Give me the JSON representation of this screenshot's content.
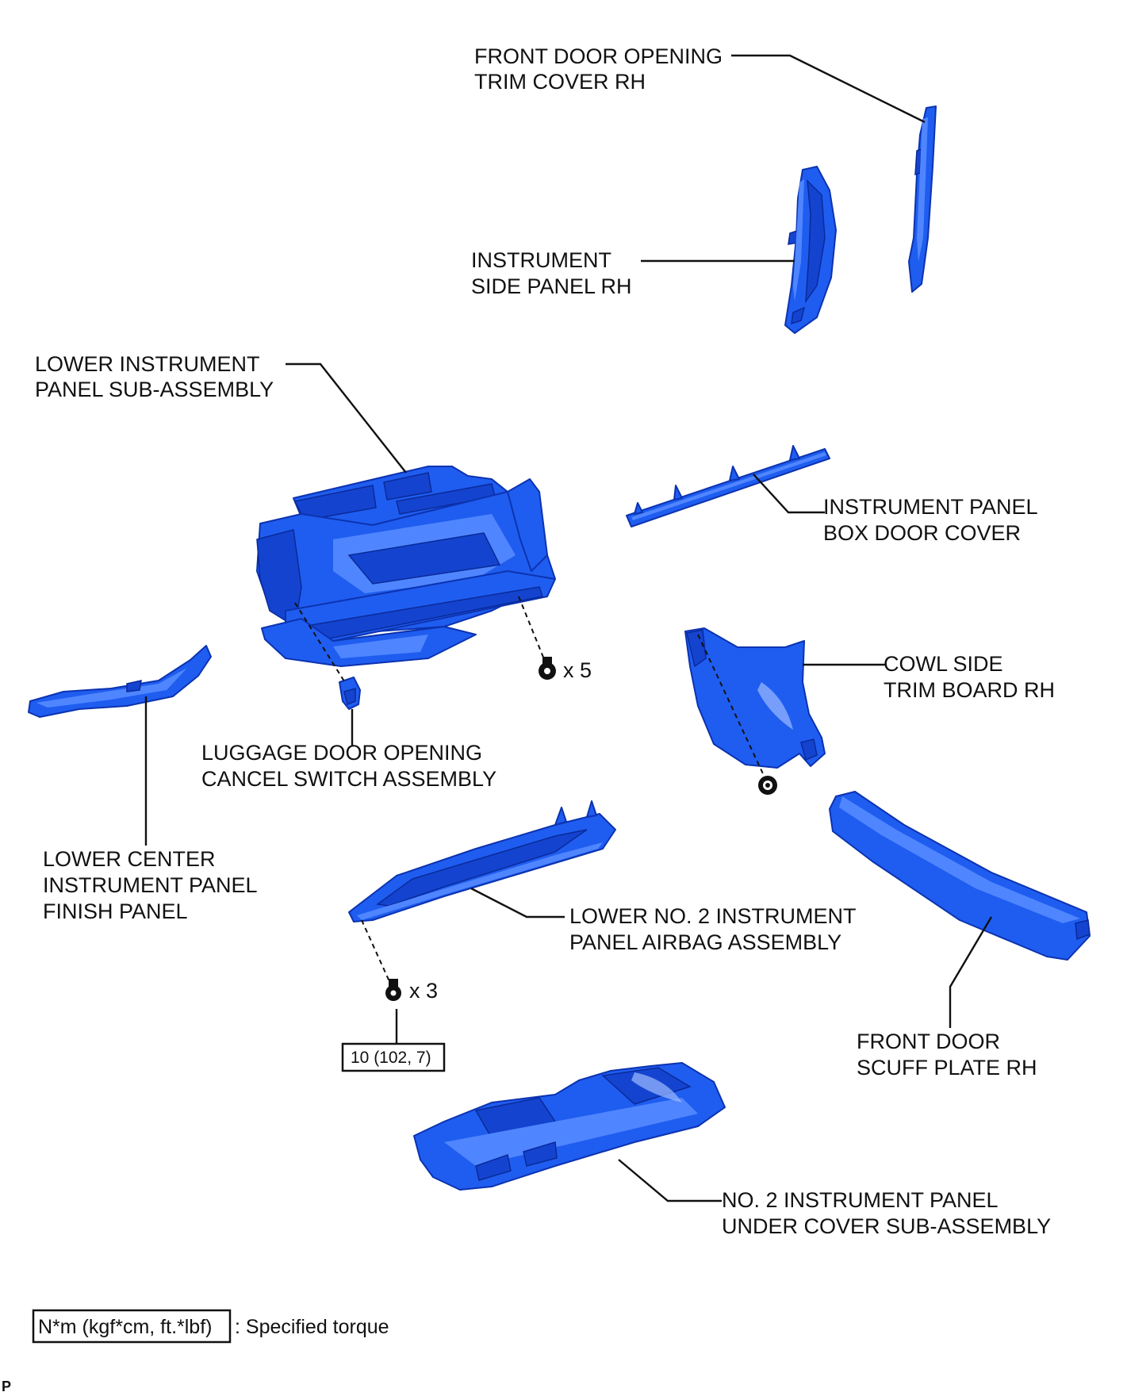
{
  "labels": {
    "front_door_opening_trim_cover": [
      "FRONT DOOR OPENING",
      "TRIM COVER RH"
    ],
    "instrument_side_panel": [
      "INSTRUMENT",
      "SIDE PANEL RH"
    ],
    "lower_instrument_panel": [
      "LOWER INSTRUMENT",
      "PANEL SUB-ASSEMBLY"
    ],
    "instrument_panel_box_door_cover": [
      "INSTRUMENT PANEL",
      "BOX DOOR COVER"
    ],
    "cowl_side_trim_board": [
      "COWL SIDE",
      "TRIM BOARD RH"
    ],
    "luggage_door_switch": [
      "LUGGAGE DOOR OPENING",
      "CANCEL SWITCH ASSEMBLY"
    ],
    "lower_center_finish_panel": [
      "LOWER CENTER",
      "INSTRUMENT PANEL",
      "FINISH PANEL"
    ],
    "lower_no2_airbag": [
      "LOWER NO. 2 INSTRUMENT",
      "PANEL AIRBAG ASSEMBLY"
    ],
    "front_door_scuff_plate": [
      "FRONT DOOR",
      "SCUFF PLATE RH"
    ],
    "no2_under_cover": [
      "NO. 2 INSTRUMENT PANEL",
      "UNDER COVER SUB-ASSEMBLY"
    ]
  },
  "fasteners": {
    "upper_screw_qty": "x 5",
    "lower_screw_qty": "x 3",
    "torque_value": "10 (102, 7)"
  },
  "legend": {
    "unit_box": "N*m (kgf*cm, ft.*lbf)",
    "unit_desc": ": Specified torque"
  },
  "corner_mark": "P",
  "colors": {
    "part_fill": "#1f5df0",
    "part_outline": "#0c33b0",
    "line": "#111111"
  }
}
